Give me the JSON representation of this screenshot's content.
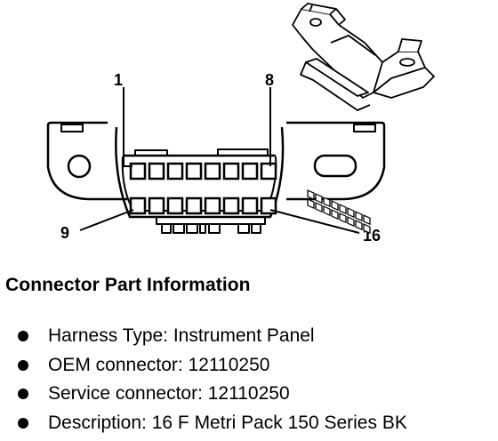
{
  "diagram": {
    "pin_labels": {
      "top_left": "1",
      "top_right": "8",
      "bottom_left": "9",
      "bottom_right": "16"
    },
    "pin_count": 16,
    "pins_per_row": 8
  },
  "info": {
    "heading": "Connector Part Information",
    "items": [
      "Harness Type: Instrument Panel",
      "OEM connector: 12110250",
      "Service connector: 12110250",
      "Description: 16 F Metri Pack 150 Series BK"
    ]
  }
}
